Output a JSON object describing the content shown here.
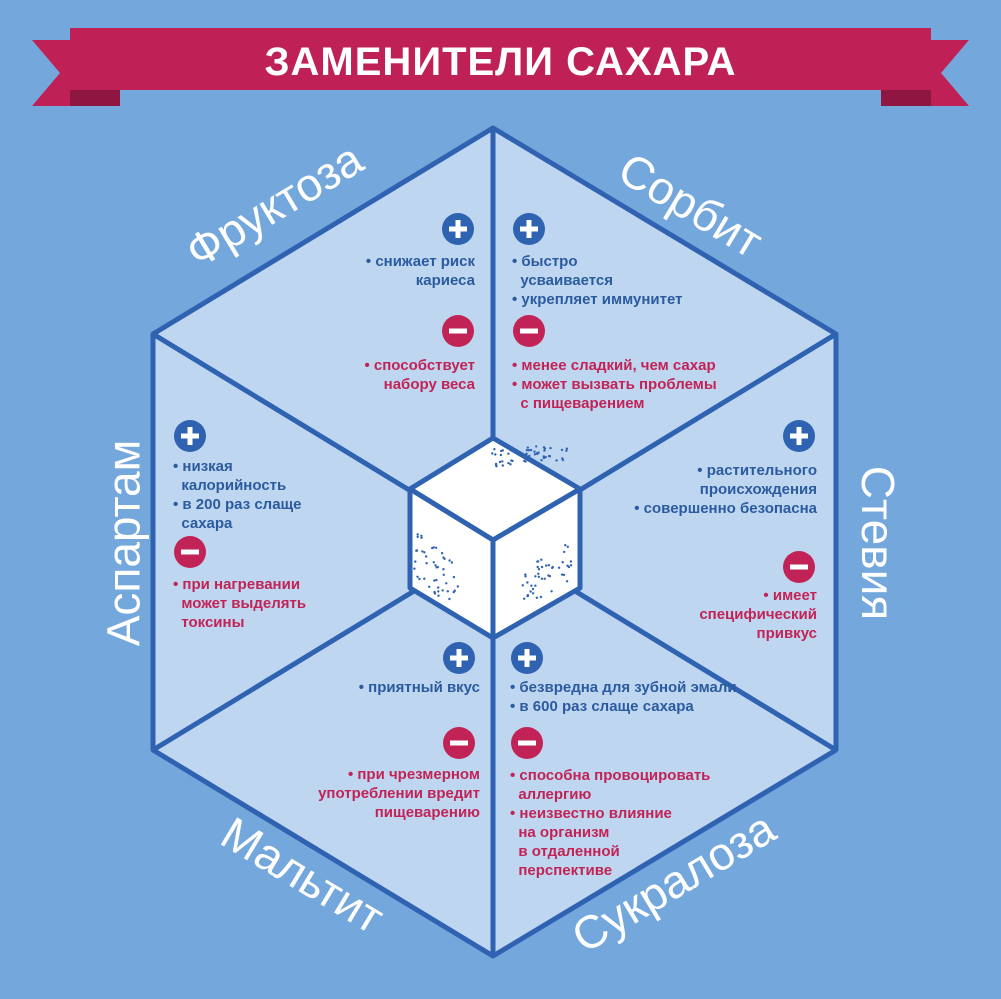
{
  "title": "ЗАМЕНИТЕЛИ САХАРА",
  "colors": {
    "background": "#74a8dc",
    "panel": "#bfd6f0",
    "outline": "#2f63b2",
    "banner": "#bf2156",
    "banner_dark": "#8e1640",
    "plus_badge": "#2f63b2",
    "minus_badge": "#c22356",
    "pro_text": "#2b5b9f",
    "con_text": "#c22356"
  },
  "center_icon": "sugar-cube-icon",
  "sweeteners": [
    {
      "name": "Фруктоза",
      "pros": [
        "снижает риск",
        "кариеса"
      ],
      "cons": [
        "способствует",
        "набору веса"
      ]
    },
    {
      "name": "Сорбит",
      "pros": [
        "быстро",
        "усваивается",
        "укрепляет иммунитет"
      ],
      "cons": [
        "менее сладкий, чем сахар",
        "может вызвать проблемы",
        "с пищеварением"
      ]
    },
    {
      "name": "Стевия",
      "pros": [
        "растительного",
        "происхождения",
        "совершенно безопасна"
      ],
      "cons": [
        "имеет",
        "специфический",
        "привкус"
      ]
    },
    {
      "name": "Сукралоза",
      "pros": [
        "безвредна для зубной эмали",
        "в 600 раз слаще сахара"
      ],
      "cons": [
        "способна провоцировать",
        "аллергию",
        "неизвестно влияние",
        "на организм",
        "в отдаленной",
        "перспективе"
      ]
    },
    {
      "name": "Мальтит",
      "pros": [
        "приятный вкус"
      ],
      "cons": [
        "при чрезмерном",
        "употреблении вредит",
        "пищеварению"
      ]
    },
    {
      "name": "Аспартам",
      "pros": [
        "низкая",
        "калорийность",
        "в 200 раз слаще",
        "сахара"
      ],
      "cons": [
        "при нагревании",
        "может выделять",
        "токсины"
      ]
    }
  ]
}
